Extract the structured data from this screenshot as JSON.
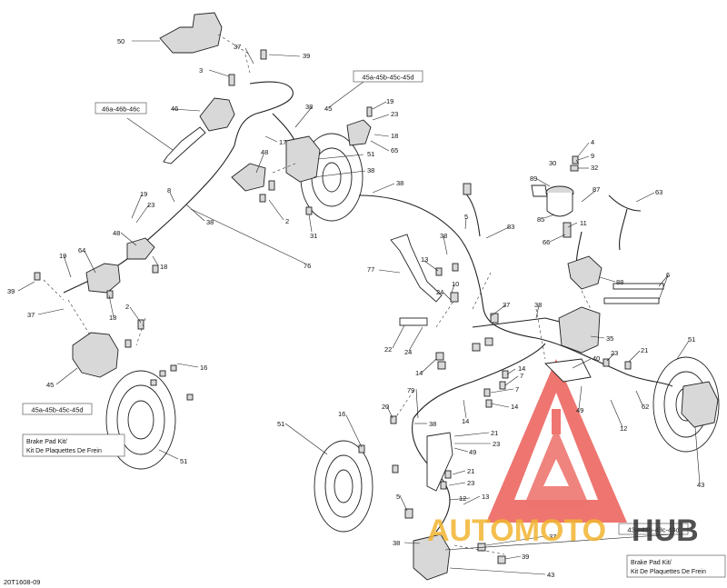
{
  "diagram": {
    "figure_code": "20T1608-09",
    "brand_colors": {
      "watermark_red": "#e8413a",
      "watermark_gold": "#f2b431",
      "watermark_dark": "#333333"
    },
    "watermark": {
      "part1": "AUTOMOTO",
      "part2": "HUB"
    },
    "callouts": {
      "c50": "50",
      "c37a": "37",
      "c39a": "39",
      "c3": "3",
      "c46": "46",
      "c45a": "45",
      "c38a": "38",
      "c19a": "19",
      "c23a": "23",
      "c18a": "18",
      "c65": "65",
      "c17": "17",
      "c48a": "48",
      "c51a": "51",
      "c38b": "38",
      "c38c": "38",
      "c8": "8",
      "c2a": "2",
      "c31": "31",
      "c38d": "38",
      "c76": "76",
      "c19b": "19",
      "c23b": "23",
      "c18b": "18",
      "c48b": "48",
      "c64": "64",
      "c19c": "19",
      "c39b": "39",
      "c37b": "37",
      "c2b": "2",
      "c18c": "18",
      "c45b": "45",
      "c16a": "16",
      "c51b": "51",
      "c89": "89",
      "c30": "30",
      "c4": "4",
      "c9": "9",
      "c32": "32",
      "c87": "87",
      "c63": "63",
      "c85": "85",
      "c11": "11",
      "c66": "66",
      "c88": "88",
      "c83": "83",
      "c5a": "5",
      "c38e": "38",
      "c13a": "13",
      "c77": "77",
      "c10": "10",
      "c24a": "24",
      "c37c": "37",
      "c38f": "38",
      "c6": "6",
      "c22": "22",
      "c24b": "24",
      "c35": "35",
      "c14a": "14",
      "c51c": "51",
      "c23c": "23",
      "c21a": "21",
      "c40": "40",
      "c14b": "14",
      "c7a": "7",
      "c7b": "7",
      "c14c": "14",
      "c49a": "49",
      "c12a": "12",
      "c62": "62",
      "c20": "20",
      "c79": "79",
      "c38g": "38",
      "c14d": "14",
      "c21b": "21",
      "c23d": "23",
      "c49b": "49",
      "c16b": "16",
      "c51d": "51",
      "c21c": "21",
      "c23e": "23",
      "c43a": "43",
      "c5b": "5",
      "c12b": "12",
      "c13b": "13",
      "c38h": "38",
      "c37d": "37",
      "c39c": "39",
      "c43b": "43"
    },
    "refs": {
      "r45_top": "45a-45b-45c-45d",
      "r46": "46a-46b-46c",
      "r45_left": "45a-45b-45c-45d",
      "r43": "43a-43b-43c-43d"
    },
    "kits": {
      "left_line1": "Brake Pad Kit/",
      "left_line2": "Kit De Plaquettes De Frein",
      "right_line1": "Brake Pad Kit/",
      "right_line2": "Kit De Plaquettes De Frein"
    }
  }
}
